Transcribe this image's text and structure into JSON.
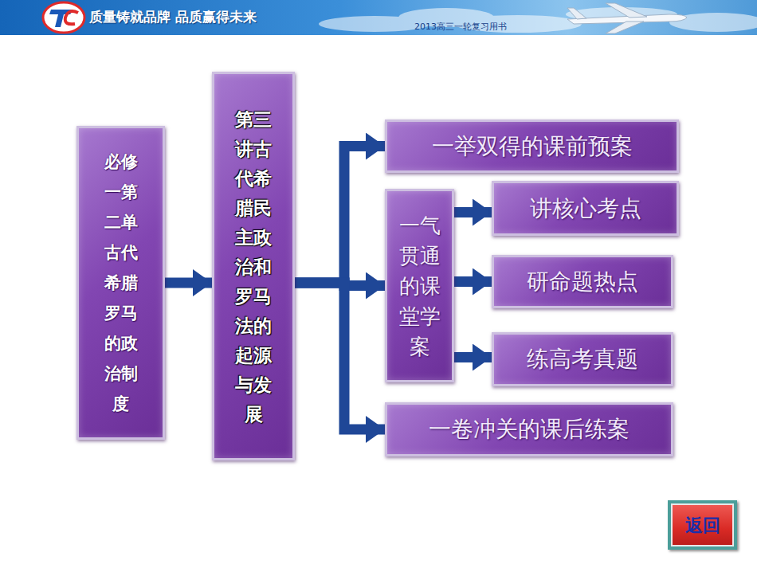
{
  "diagram": {
    "nodes": [
      {
        "text": [
          "必修一第二单古代希腊罗马的政治制度"
        ]
      },
      {
        "text": [
          "第三讲古代希腊民主政治和罗马法的起源与发展"
        ]
      },
      {
        "text": [
          "一举双得的课前预案"
        ]
      },
      {
        "text": [
          "一气贯通的课堂学案"
        ]
      },
      {
        "text": [
          "讲核心考点"
        ]
      },
      {
        "text": [
          "研命题热点"
        ]
      },
      {
        "text": [
          "练高考真题"
        ]
      },
      {
        "text": [
          "一卷冲关的课后练案"
        ]
      },
      {
        "text": [
          "返回"
        ]
      }
    ],
    "edges": [
      {
        "from": 0,
        "to": 1,
        "arrow": "to"
      },
      {
        "from": 1,
        "to": 2,
        "arrow": "to"
      },
      {
        "from": 1,
        "to": 3,
        "arrow": "to"
      },
      {
        "from": 1,
        "to": 7,
        "arrow": "to"
      },
      {
        "from": 3,
        "to": 4,
        "arrow": "to"
      },
      {
        "from": 3,
        "to": 5,
        "arrow": "to"
      },
      {
        "from": 3,
        "to": 6,
        "arrow": "to"
      }
    ],
    "labels": [
      "质量铸就品牌 品质赢得未来",
      "2013高三一轮复习用书"
    ]
  }
}
